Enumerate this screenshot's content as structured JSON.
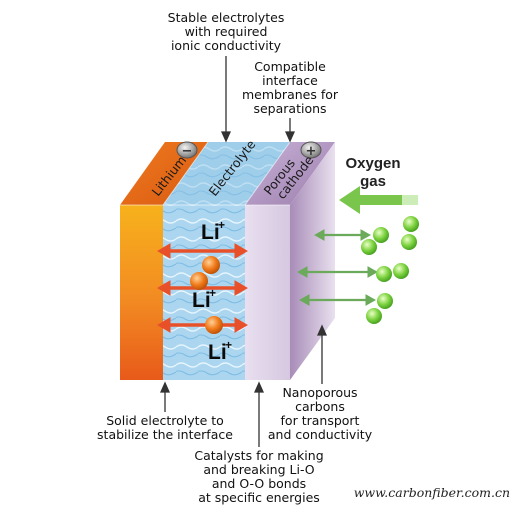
{
  "diagram": {
    "top_caption": [
      "Stable electrolytes",
      "with required",
      "ionic conductivity"
    ],
    "membrane_caption": [
      "Compatible",
      "interface",
      "membranes for",
      "separations"
    ],
    "oxygen_label": [
      "Oxygen",
      "gas"
    ],
    "nanoporous_caption": [
      "Nanoporous",
      "carbons",
      "for transport",
      "and conductivity"
    ],
    "solid_caption": [
      "Solid electrolyte to",
      "stabilize the interface"
    ],
    "catalyst_caption": [
      "Catalysts for making",
      "and breaking Li-O",
      "and O-O bonds",
      "at specific energies"
    ],
    "layer_labels": {
      "lithium": "Lithium",
      "electrolyte": "Electrolyte",
      "cathode": [
        "Porous",
        "cathode"
      ]
    },
    "ion_label": "Li",
    "ion_charge": "+",
    "terminal_minus": "−",
    "terminal_plus": "+",
    "watermark": "www.carbonfiber.com.cn",
    "colors": {
      "lithium": "#f5a020",
      "electrolyte": "#aed8f0",
      "cathode": "#c6b3d0",
      "ion": "#f07a18",
      "arrow_red": "#e8502a",
      "arrow_green": "#6aaa5a",
      "sphere": "#7cd23e"
    }
  }
}
